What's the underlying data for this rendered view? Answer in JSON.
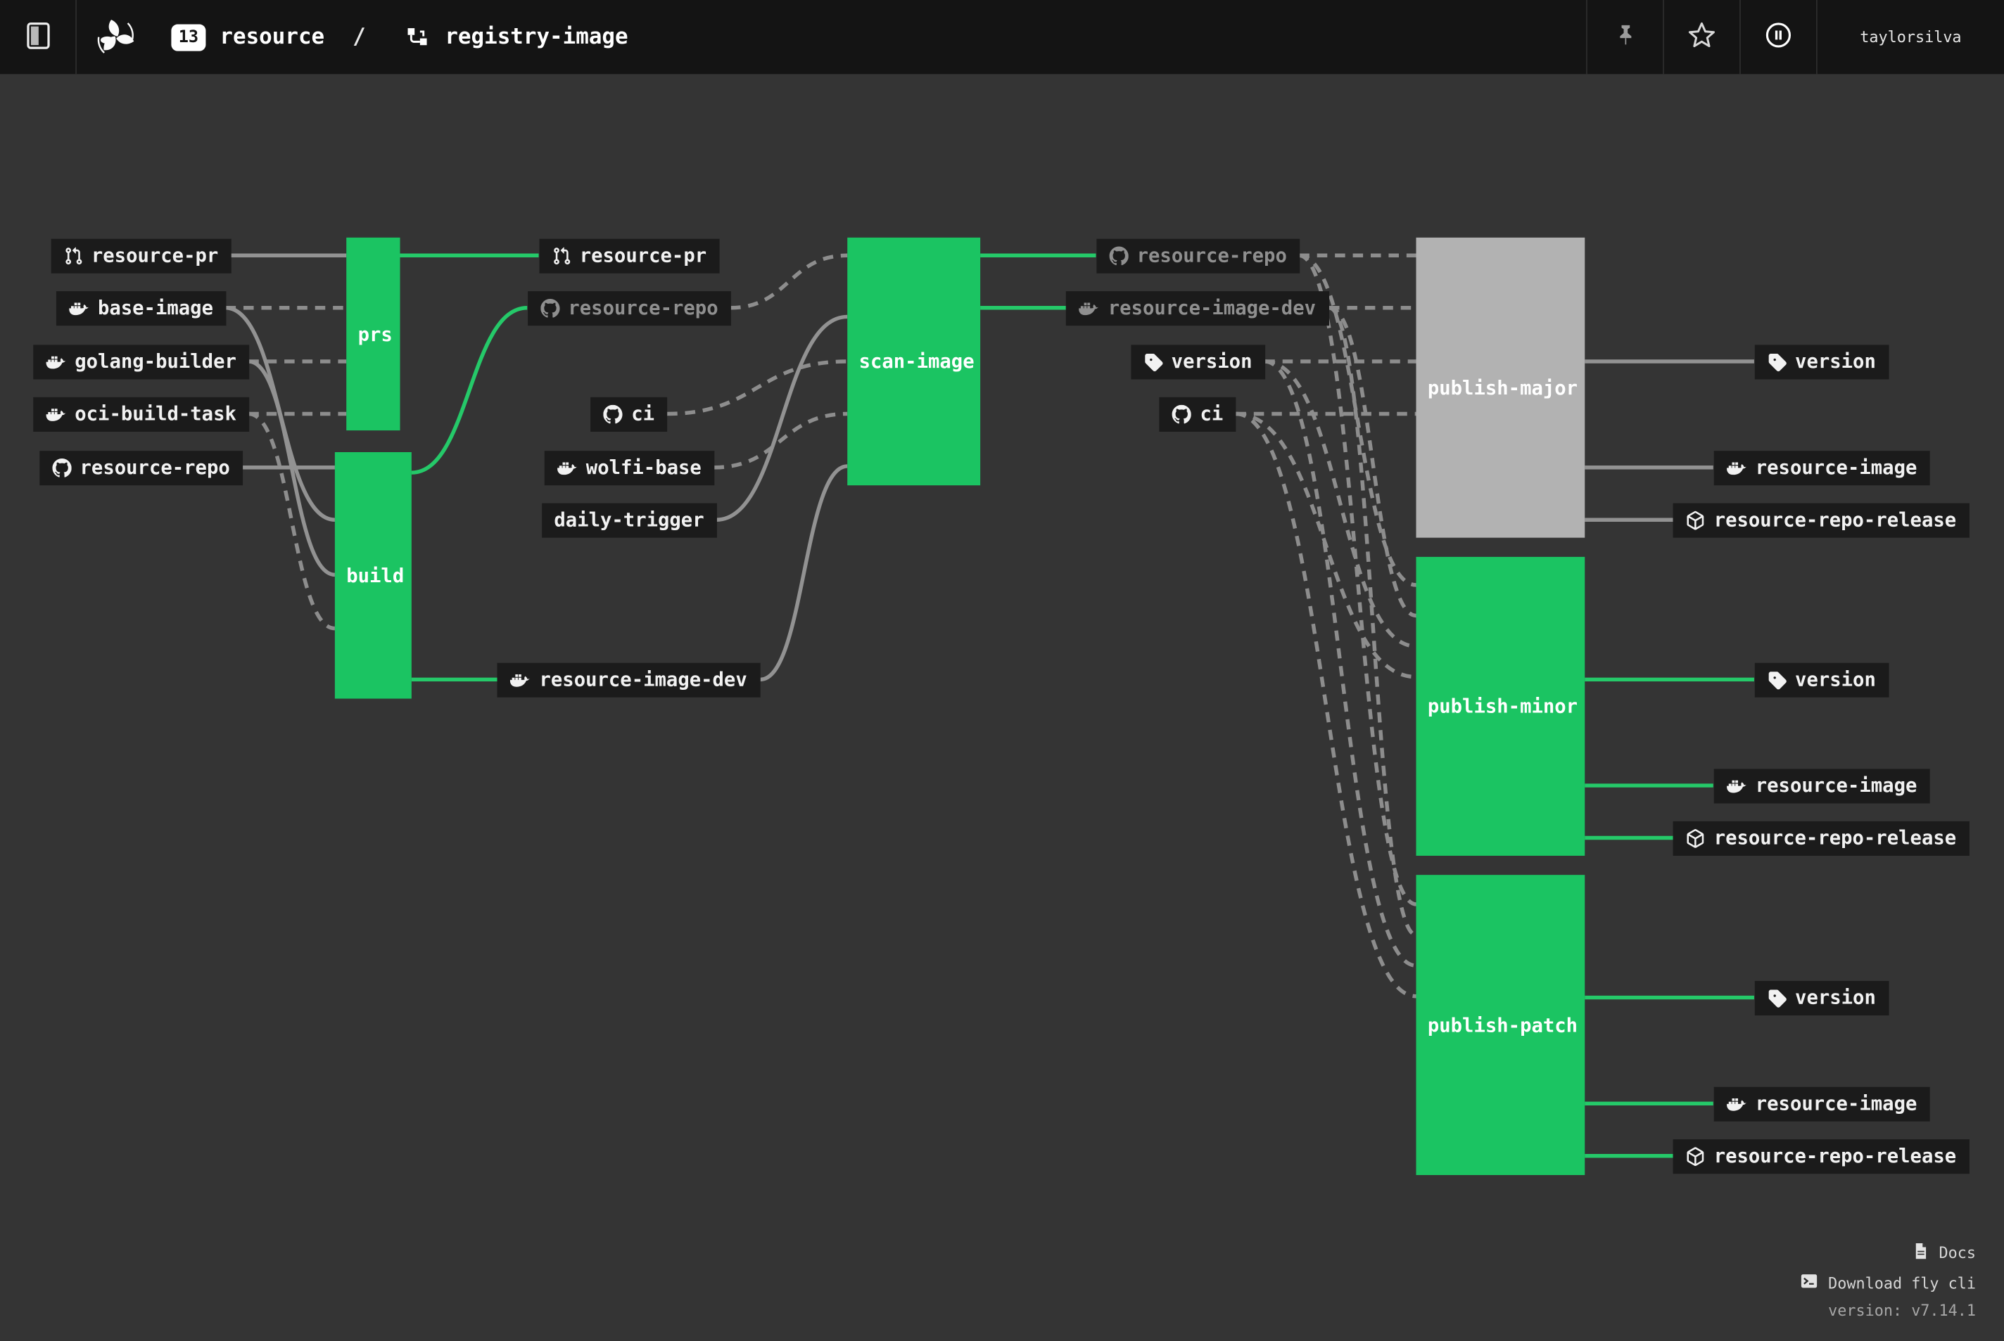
{
  "header": {
    "paused_badge": "13",
    "team_name": "resource",
    "breadcrumb_separator": "/",
    "pipeline_name": "registry-image",
    "username": "taylorsilva"
  },
  "footer": {
    "docs_label": "Docs",
    "download_fly_label": "Download fly cli",
    "version_label": "version: v7.14.1"
  },
  "colors": {
    "background": "#343434",
    "topbar_background": "#141414",
    "job_succeeded_green": "#1bc462",
    "job_no_builds_gray": "#b2b2b2",
    "edge_green": "#25c969",
    "edge_gray": "#929292",
    "edge_dashed_gray": "#8d8d8d",
    "node_background": "#1b1b1b",
    "node_text": "#f2f2f2",
    "node_text_dimmed": "#8f8f8f"
  },
  "jobs": [
    {
      "id": "prs",
      "label": "prs",
      "status": "succeeded"
    },
    {
      "id": "build",
      "label": "build",
      "status": "succeeded"
    },
    {
      "id": "scan-image",
      "label": "scan-image",
      "status": "succeeded"
    },
    {
      "id": "publish-major",
      "label": "publish-major",
      "status": "no-builds"
    },
    {
      "id": "publish-minor",
      "label": "publish-minor",
      "status": "succeeded"
    },
    {
      "id": "publish-patch",
      "label": "publish-patch",
      "status": "succeeded"
    }
  ],
  "resource_nodes": [
    {
      "id": "rpr_l",
      "label": "resource-pr",
      "icon": "pull-request-icon",
      "dimmed": false
    },
    {
      "id": "bimg",
      "label": "base-image",
      "icon": "docker-icon",
      "dimmed": false
    },
    {
      "id": "gob",
      "label": "golang-builder",
      "icon": "docker-icon",
      "dimmed": false
    },
    {
      "id": "oci",
      "label": "oci-build-task",
      "icon": "docker-icon",
      "dimmed": false
    },
    {
      "id": "rrepo_l",
      "label": "resource-repo",
      "icon": "github-icon",
      "dimmed": false
    },
    {
      "id": "rpr_m",
      "label": "resource-pr",
      "icon": "pull-request-icon",
      "dimmed": false
    },
    {
      "id": "rrepo_m",
      "label": "resource-repo",
      "icon": "github-icon",
      "dimmed": true
    },
    {
      "id": "ci_m",
      "label": "ci",
      "icon": "github-icon",
      "dimmed": false
    },
    {
      "id": "wolfi",
      "label": "wolfi-base",
      "icon": "docker-icon",
      "dimmed": false
    },
    {
      "id": "daily",
      "label": "daily-trigger",
      "icon": null,
      "dimmed": false
    },
    {
      "id": "ridev_m",
      "label": "resource-image-dev",
      "icon": "docker-icon",
      "dimmed": false
    },
    {
      "id": "rrepo_r",
      "label": "resource-repo",
      "icon": "github-icon",
      "dimmed": true
    },
    {
      "id": "ridev_r",
      "label": "resource-image-dev",
      "icon": "docker-icon",
      "dimmed": true
    },
    {
      "id": "ver_r",
      "label": "version",
      "icon": "tag-icon",
      "dimmed": false
    },
    {
      "id": "ci_r",
      "label": "ci",
      "icon": "github-icon",
      "dimmed": false
    },
    {
      "id": "ver1",
      "label": "version",
      "icon": "tag-icon",
      "dimmed": false
    },
    {
      "id": "rimg1",
      "label": "resource-image",
      "icon": "docker-icon",
      "dimmed": false
    },
    {
      "id": "rrr1",
      "label": "resource-repo-release",
      "icon": "package-icon",
      "dimmed": false
    },
    {
      "id": "ver2",
      "label": "version",
      "icon": "tag-icon",
      "dimmed": false
    },
    {
      "id": "rimg2",
      "label": "resource-image",
      "icon": "docker-icon",
      "dimmed": false
    },
    {
      "id": "rrr2",
      "label": "resource-repo-release",
      "icon": "package-icon",
      "dimmed": false
    },
    {
      "id": "ver3",
      "label": "version",
      "icon": "tag-icon",
      "dimmed": false
    },
    {
      "id": "rimg3",
      "label": "resource-image",
      "icon": "docker-icon",
      "dimmed": false
    },
    {
      "id": "rrr3",
      "label": "resource-repo-release",
      "icon": "package-icon",
      "dimmed": false
    }
  ]
}
